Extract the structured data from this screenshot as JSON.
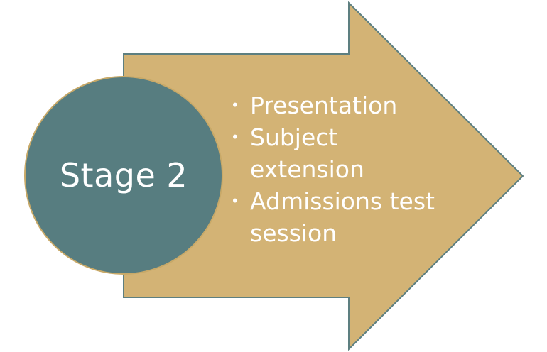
{
  "colors": {
    "arrow_fill": "#d3b375",
    "arrow_stroke": "#5d7f80",
    "circle_fill": "#577d80",
    "circle_stroke": "#c8a968",
    "text": "#ffffff"
  },
  "stage": {
    "label": "Stage 2"
  },
  "bullets": [
    {
      "text": "Presentation"
    },
    {
      "text": "Subject extension"
    },
    {
      "text": "Admissions test session"
    }
  ]
}
